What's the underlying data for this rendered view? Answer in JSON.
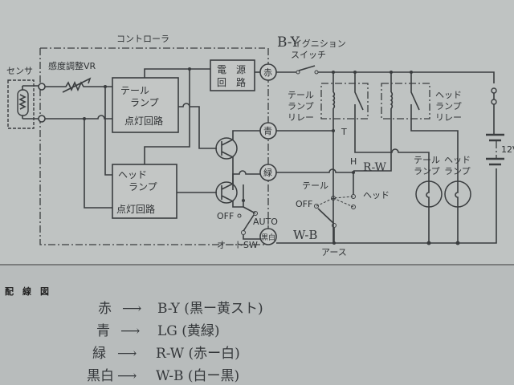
{
  "diagram": {
    "controller_label": "コントローラ",
    "sensor_label": "センサ",
    "vr_label": "感度調整VR",
    "tail_circuit": [
      "テール",
      "ランプ",
      "点灯回路"
    ],
    "head_circuit": [
      "ヘッド",
      "ランプ",
      "点灯回路"
    ],
    "power_circuit": [
      "電　源",
      "回　路"
    ],
    "terminals": [
      "赤",
      "青",
      "緑",
      "黒白"
    ],
    "off_label": "OFF",
    "auto_label": "AUTO",
    "auto_sw_label": "オートSW",
    "ignition_label": [
      "イグニション",
      "スイッチ"
    ],
    "tail_relay_label": [
      "テール",
      "ランプ",
      "リレー"
    ],
    "head_relay_label": [
      "ヘッド",
      "ランプ",
      "リレー"
    ],
    "tail_lamp_label": [
      "テール",
      "ランプ"
    ],
    "head_lamp_label": [
      "ヘッド",
      "ランプ"
    ],
    "battery_label": "12V",
    "t_label": "T",
    "h_label": "H",
    "switch_tail": "テール",
    "switch_head": "ヘッド",
    "switch_off": "OFF",
    "earth_label": "アース",
    "handwritten_by": "B-Y",
    "handwritten_rw": "R-W",
    "handwritten_wb": "W-B"
  },
  "legend": {
    "title": "配　線　図",
    "rows": [
      {
        "from": "赤",
        "to": "B-Y (黒ー黄スト)"
      },
      {
        "from": "青",
        "to": "LG (黄緑)"
      },
      {
        "from": "緑",
        "to": "R-W (赤ー白)"
      },
      {
        "from": "黒白",
        "to": "W-B (白ー黒)"
      }
    ]
  }
}
